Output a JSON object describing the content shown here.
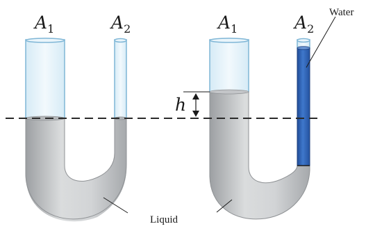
{
  "labels": {
    "left_a1": {
      "symbol": "A",
      "sub": "1"
    },
    "left_a2": {
      "symbol": "A",
      "sub": "2"
    },
    "right_a1": {
      "symbol": "A",
      "sub": "1"
    },
    "right_a2": {
      "symbol": "A",
      "sub": "2"
    },
    "height": "h",
    "water": "Water",
    "liquid": "Liquid"
  },
  "colors": {
    "liquid": "#c9cbcd",
    "liquid_shade": "#9fa2a5",
    "water": "#2f63b8",
    "glass_edge": "#7fb6d6",
    "glass_fill": "#e3f1f9",
    "dashed_line": "#2a2a2a"
  }
}
